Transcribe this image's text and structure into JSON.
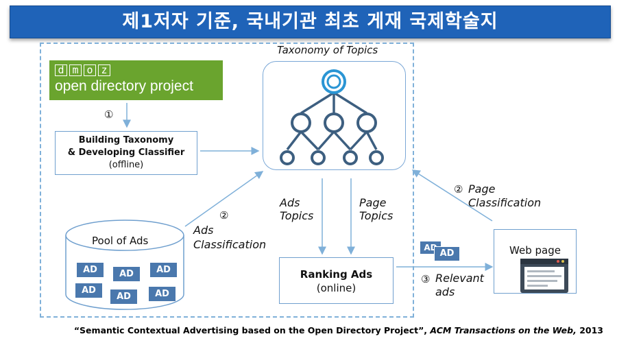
{
  "banner": {
    "title": "제1저자 기준, 국내기관 최초 게재 국제학술지"
  },
  "dmoz": {
    "letters": [
      "d",
      "m",
      "o",
      "z"
    ],
    "title": "open directory project"
  },
  "taxonomy": {
    "title": "Taxonomy of Topics"
  },
  "steps": {
    "one": "①",
    "two_ads": "②",
    "two_page": "②"
  },
  "building": {
    "line1": "Building Taxonomy",
    "line2": "& Developing Classifier",
    "line3": "(offline)"
  },
  "pool": {
    "title": "Pool of Ads",
    "ad_label": "AD"
  },
  "ads_classification": {
    "line1": "Ads",
    "line2": "Classification"
  },
  "ads_topics": {
    "line1": "Ads",
    "line2": "Topics"
  },
  "page_topics": {
    "line1": "Page",
    "line2": "Topics"
  },
  "page_classification": {
    "line1": "Page",
    "line2": "Classification"
  },
  "ranking": {
    "line1": "Ranking Ads",
    "line2": "(online)"
  },
  "relevant": {
    "num": "③",
    "line1": "Relevant",
    "line2": "ads"
  },
  "webpage": {
    "label": "Web page"
  },
  "citation": {
    "quote": "“Semantic Contextual Advertising based on the Open Directory Project”, ",
    "journal": "ACM Transactions on the Web,",
    "year": " 2013"
  },
  "colors": {
    "banner": "#1f63b8",
    "accent": "#3d5f80",
    "dmoz_green": "#6aa42e",
    "ad_blue": "#4a78ad",
    "arrow": "#7fb0d9"
  }
}
